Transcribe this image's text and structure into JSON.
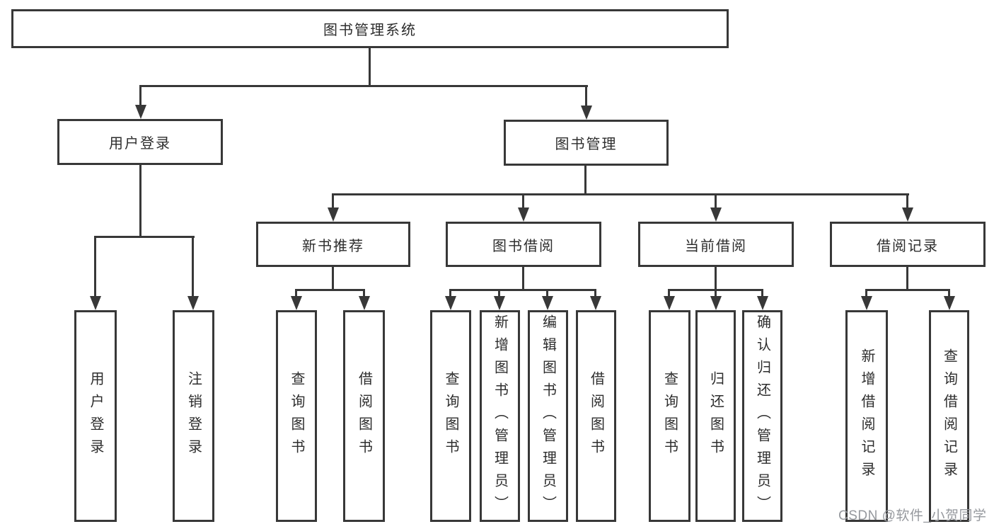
{
  "diagram": {
    "title_node": "图书管理系统",
    "root": {
      "label": "图书管理系统"
    },
    "level2": [
      {
        "label": "用户登录",
        "children": [
          "用户登录",
          "注销登录"
        ]
      },
      {
        "label": "图书管理",
        "children": [
          "新书推荐",
          "图书借阅",
          "当前借阅",
          "借阅记录"
        ]
      }
    ],
    "level3": [
      {
        "label": "新书推荐",
        "parent": "图书管理",
        "children": [
          "查询图书",
          "借阅图书"
        ]
      },
      {
        "label": "图书借阅",
        "parent": "图书管理",
        "children": [
          "查询图书",
          "新增图书（管理员）",
          "编辑图书（管理员）",
          "借阅图书"
        ]
      },
      {
        "label": "当前借阅",
        "parent": "图书管理",
        "children": [
          "查询图书",
          "归还图书",
          "确认归还（管理员）"
        ]
      },
      {
        "label": "借阅记录",
        "parent": "图书管理",
        "children": [
          "新增借阅记录",
          "查询借阅记录"
        ]
      }
    ],
    "leaves": [
      {
        "label": "用户登录",
        "parent": "用户登录"
      },
      {
        "label": "注销登录",
        "parent": "用户登录"
      },
      {
        "label": "查询图书",
        "parent": "新书推荐"
      },
      {
        "label": "借阅图书",
        "parent": "新书推荐"
      },
      {
        "label": "查询图书",
        "parent": "图书借阅"
      },
      {
        "label": "新增图书（管理员）",
        "parent": "图书借阅"
      },
      {
        "label": "编辑图书（管理员）",
        "parent": "图书借阅"
      },
      {
        "label": "借阅图书",
        "parent": "图书借阅"
      },
      {
        "label": "查询图书",
        "parent": "当前借阅"
      },
      {
        "label": "归还图书",
        "parent": "当前借阅"
      },
      {
        "label": "确认归还（管理员）",
        "parent": "当前借阅"
      },
      {
        "label": "新增借阅记录",
        "parent": "借阅记录"
      },
      {
        "label": "查询借阅记录",
        "parent": "借阅记录"
      }
    ]
  },
  "watermark": {
    "text": "CSDN @软件_小贺同学"
  },
  "colors": {
    "background": "#ffffff",
    "line": "#383838",
    "box_border": "#383838",
    "text": "#2d2d2d",
    "watermark": "#96999e"
  }
}
